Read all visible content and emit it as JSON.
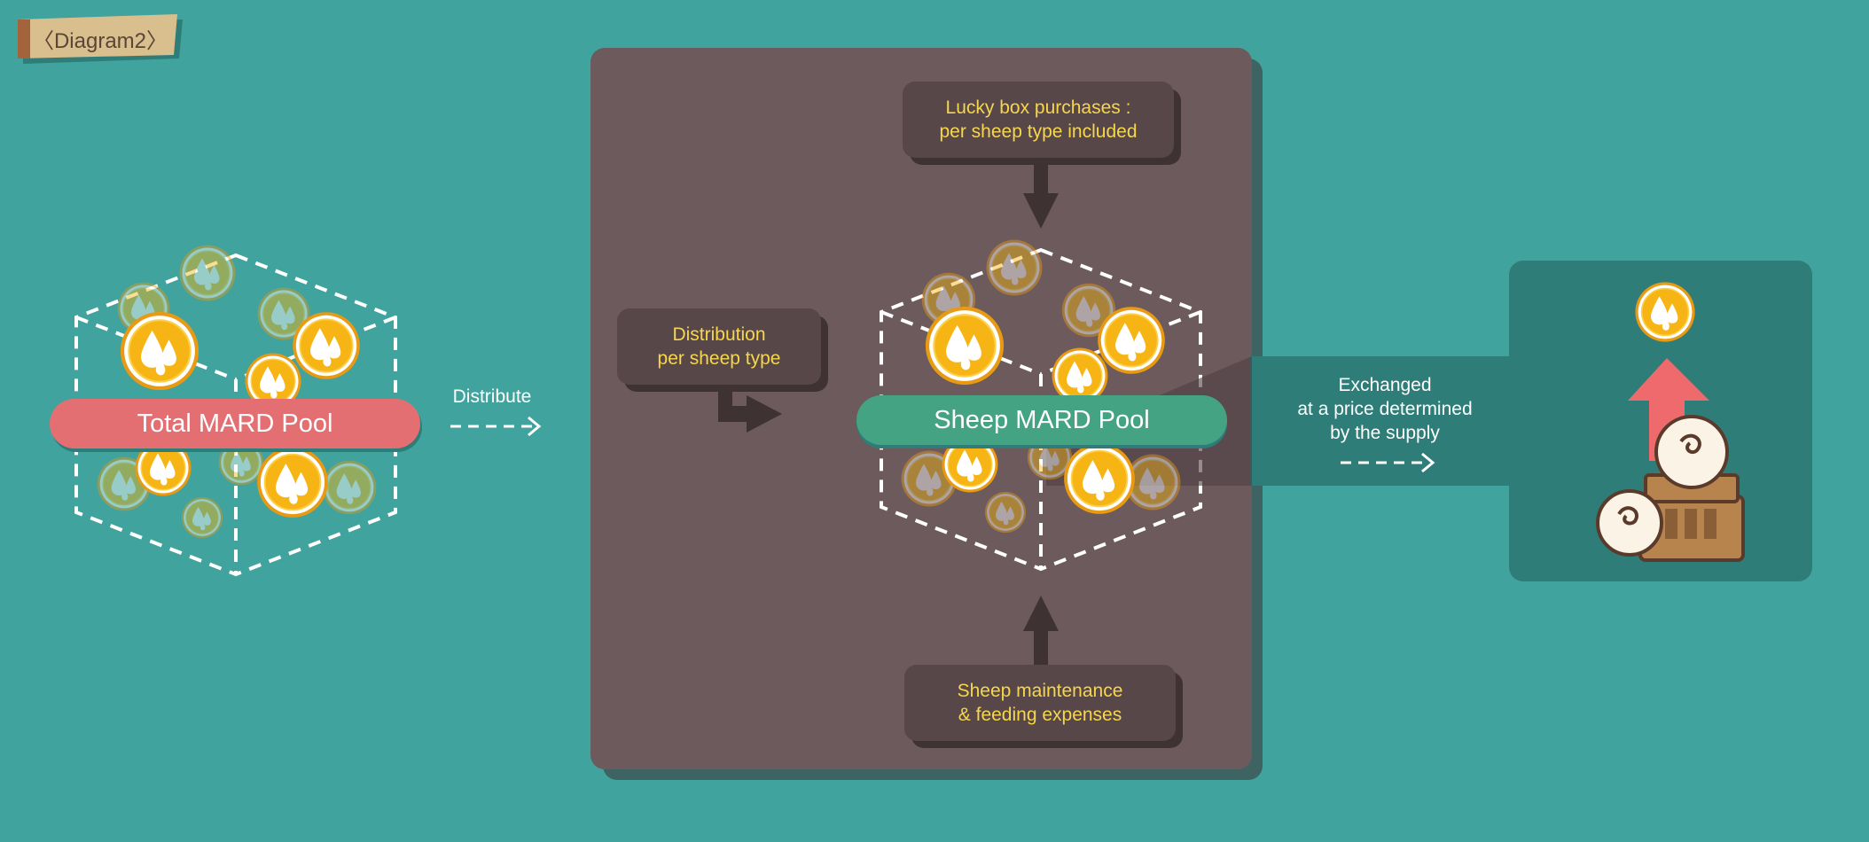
{
  "tag": {
    "label": "〈Diagram2〉"
  },
  "total_pool": {
    "label": "Total MARD Pool"
  },
  "distribute": {
    "label": "Distribute"
  },
  "distribution_box": {
    "label": "Distribution\nper sheep type"
  },
  "lucky_box": {
    "label": "Lucky box purchases :\nper sheep type included"
  },
  "sheep_pool": {
    "label": "Sheep MARD Pool"
  },
  "maintenance_box": {
    "label": "Sheep maintenance\n& feeding expenses"
  },
  "exchange": {
    "label": "Exchanged\nat a price determined\nby the supply"
  },
  "colors": {
    "background": "#41a39e",
    "panel": "#6c5a5c",
    "label_box": "#574748",
    "total_pool_pill": "#e36f72",
    "sheep_pool_pill": "#44a383",
    "coin": "#f7b515",
    "label_text": "#f6d64d",
    "up_arrow": "#ee6a6c"
  },
  "icons": [
    "mard-coin-icon",
    "sheep-wool-icon",
    "barrel-icon",
    "up-arrow-icon"
  ]
}
